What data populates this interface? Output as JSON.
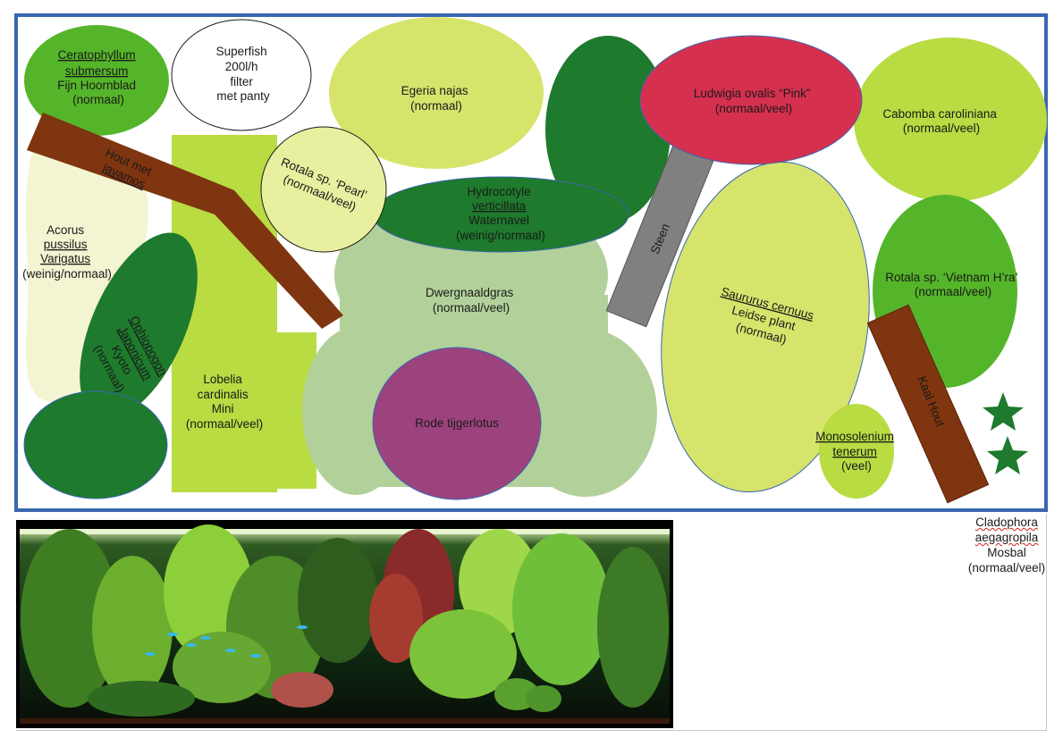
{
  "colors": {
    "tank_border": "#3a66b0",
    "dark_green": "#1e7a2c",
    "mid_green": "#55b52a",
    "lime": "#b8dc42",
    "pale_lime": "#d6e46c",
    "pale_green": "#b2d19a",
    "cream": "#f3f4d2",
    "red": "#d6304f",
    "purple": "#9c437e",
    "wood": "#7f350f",
    "stone": "#808080"
  },
  "plants": {
    "ceratophyllum": {
      "l1": "Ceratophyllum",
      "l2": "submersum",
      "l3": "Fijn Hoornblad",
      "l4": "(normaal)"
    },
    "superfish": {
      "l1": "Superfish",
      "l2": "200l/h",
      "l3": "filter",
      "l4": "met panty"
    },
    "egeria": {
      "l1": "Egeria najas",
      "l2": "(normaal)"
    },
    "ludwigia": {
      "l1": "Ludwigia ovalis “Pink”",
      "l2": "(normaal/veel)"
    },
    "cabomba": {
      "l1": "Cabomba caroliniana",
      "l2": "(normaal/veel)"
    },
    "hout_javamos": {
      "l1": "Hout met",
      "l2": "javamos"
    },
    "rotala_pearl": {
      "l1": "Rotala sp. ‘Pearl’",
      "l2": "(normaal/veel)"
    },
    "hydrocotyle": {
      "l1": "Hydrocotyle",
      "l2": "verticillata",
      "l3": "Waternavel",
      "l4": "(weinig/normaal)"
    },
    "acorus": {
      "l1": "Acorus",
      "l2": "pussilus",
      "l3": "Varigatus",
      "l4": "(weinig/normaal)"
    },
    "dwergnaaldgras": {
      "l1": "Dwergnaaldgras",
      "l2": "(normaal/veel)"
    },
    "steen": {
      "l1": "Steen"
    },
    "saururus": {
      "l1": "Saururus cernuus",
      "l2": "Leidse plant",
      "l3": "(normaal)"
    },
    "rotala_vietnam": {
      "l1": "Rotala sp. ‘Vietnam H’ra’",
      "l2": "(normaal/veel)"
    },
    "ophiopogon": {
      "l1": "Ophiopogon",
      "l2": "Japonicum",
      "l3": "Kyoto",
      "l4": "(normaal)"
    },
    "lobelia": {
      "l1": "Lobelia",
      "l2": "cardinalis",
      "l3": "Mini",
      "l4": "(normaal/veel)"
    },
    "rode_tijgerlotus": {
      "l1": "Rode tijgerlotus"
    },
    "kaal_hout": {
      "l1": "Kaal Hout"
    },
    "monosolenium": {
      "l1": "Monosolenium",
      "l2": "tenerum",
      "l3": "(veel)"
    }
  },
  "note": {
    "l1": "Cladophora",
    "l2": "aegagropila",
    "l3": "Mosbal",
    "l4": "(normaal/veel)"
  }
}
